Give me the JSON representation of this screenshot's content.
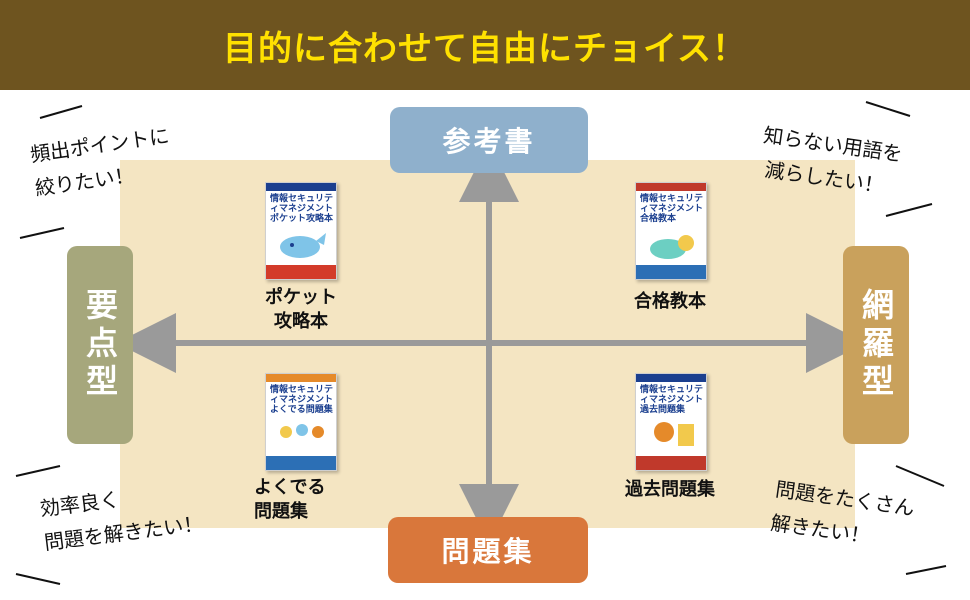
{
  "header": {
    "title": "目的に合わせて自由にチョイス！"
  },
  "axes": {
    "top": "参考書",
    "bottom": "問題集",
    "left": "要点型",
    "right": "網羅型"
  },
  "books": [
    {
      "label_line1": "ポケット",
      "label_line2": "攻略本",
      "cover": "情報セキュリティマネジメント ポケット攻略本"
    },
    {
      "label_line1": "合格教本",
      "label_line2": "",
      "cover": "情報セキュリティマネジメント 合格教本"
    },
    {
      "label_line1": "よくでる",
      "label_line2": "問題集",
      "cover": "情報セキュリティマネジメント よくでる問題集"
    },
    {
      "label_line1": "過去問題集",
      "label_line2": "",
      "cover": "情報セキュリティマネジメント 過去問題集"
    }
  ],
  "notes": {
    "top_left": [
      "頻出ポイントに",
      "絞りたい！"
    ],
    "top_right": [
      "知らない用語を",
      "減らしたい！"
    ],
    "bottom_left": [
      "効率良く",
      "問題を解きたい！"
    ],
    "bottom_right": [
      "問題をたくさん",
      "解きたい！"
    ]
  },
  "colors": {
    "header_bg": "#6e541f",
    "header_text": "#ffe100",
    "quad_bg": "#f4e5c2",
    "pill_top": "#8fb0cc",
    "pill_bottom": "#d9773b",
    "pill_left": "#a6a77c",
    "pill_right": "#c9a15c",
    "axis": "#9a9a9a"
  }
}
